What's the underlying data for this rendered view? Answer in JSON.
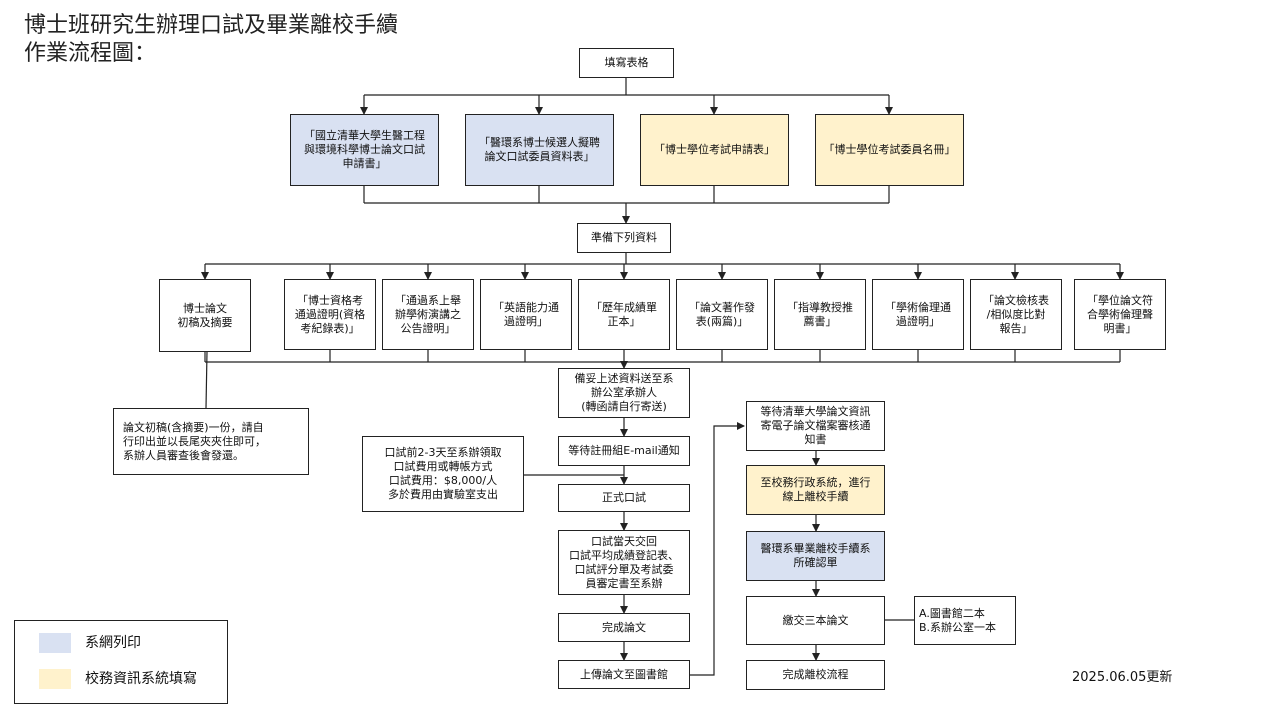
{
  "title": {
    "line1": "博士班研究生辦理口試及畢業離校手續",
    "line2": "作業流程圖："
  },
  "nodes": {
    "fill_form": "填寫表格",
    "form1": "「國立清華大學生醫工程\n與環境科學博士論文口試\n申請書」",
    "form2": "「醫環系博士候選人擬聘\n論文口試委員資料表」",
    "form3": "「博士學位考試申請表」",
    "form4": "「博士學位考試委員名冊」",
    "prepare": "準備下列資料",
    "doc1": "博士論文\n初稿及摘要",
    "doc2": "「博士資格考\n通過證明(資格\n考紀錄表)」",
    "doc3": "「通過系上舉\n辦學術演講之\n公告證明」",
    "doc4": "「英語能力通\n過證明」",
    "doc5": "「歷年成績單\n正本」",
    "doc6": "「論文著作發\n表(兩篇)」",
    "doc7": "「指導教授推\n薦書」",
    "doc8": "「學術倫理通\n過證明」",
    "doc9": "「論文檢核表\n/相似度比對\n報告」",
    "doc10": "「學位論文符\n合學術倫理聲\n明書」",
    "submit_office": "備妥上述資料送至系\n辦公室承辦人\n(轉函請自行寄送)",
    "draft_note": "論文初稿(含摘要)一份，請自\n行印出並以長尾夾夾住即可，\n系辦人員審查後會發還。",
    "fee_note": "口試前2-3天至系辦領取\n口試費用或轉帳方式\n口試費用：$8,000/人\n多於費用由實驗室支出",
    "wait_email": "等待註冊組E-mail通知",
    "formal_defense": "正式口試",
    "after_defense": "口試當天交回\n口試平均成績登記表、\n口試評分單及考試委\n員審定書至系辦",
    "finish_thesis": "完成論文",
    "upload_library": "上傳論文至圖書館",
    "wait_review": "等待清華大學論文資訊\n寄電子論文檔案審核通\n知書",
    "admin_system": "至校務行政系統，進行\n線上離校手續",
    "dept_confirm": "醫環系畢業離校手續系\n所確認單",
    "submit_three": "繳交三本論文",
    "three_note": "A.圖書館二本\nB.系辦公室一本",
    "complete": "完成離校流程"
  },
  "legend": {
    "blue_label": "系網列印",
    "yellow_label": "校務資訊系統填寫",
    "blue_color": "#d9e1f2",
    "yellow_color": "#fff2cc"
  },
  "updated": "2025.06.05更新"
}
